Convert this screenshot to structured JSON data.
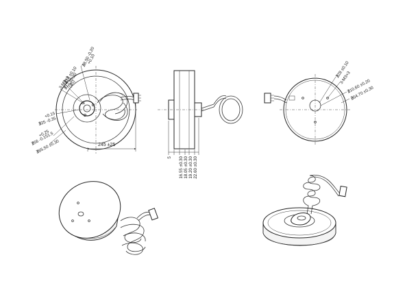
{
  "front_view": {
    "dims": {
      "cable_dia": "∄8.50 -0.20",
      "cable_dia_tol": "+0.10",
      "hole_dia": "∄18 ±0.10",
      "thread": "3-M3×3",
      "pcd": "∄12 ±0.20",
      "pcd_note": "(∄5)",
      "hub_dia": "∄25 -0.35",
      "hub_dia_tol": "+0.15",
      "stator_dia": "∄56 -0.151.5",
      "stator_dia_tol": "+0.25",
      "outer_dia": "∄65.50 ±0.30",
      "cable_len": "245 ±25"
    }
  },
  "side_view": {
    "dims": [
      "5",
      "16.55 ±0.30",
      "18.05 ±0.30",
      "19.20 ±0.30",
      "22.60 ±0.30"
    ]
  },
  "rear_view": {
    "dims": {
      "pcd": "∄28 ±0.10",
      "thread": "3-M3×3",
      "center_dia": "∄10.60 ±0.20",
      "outer_dia": "∄64.70 ±0.30"
    }
  }
}
